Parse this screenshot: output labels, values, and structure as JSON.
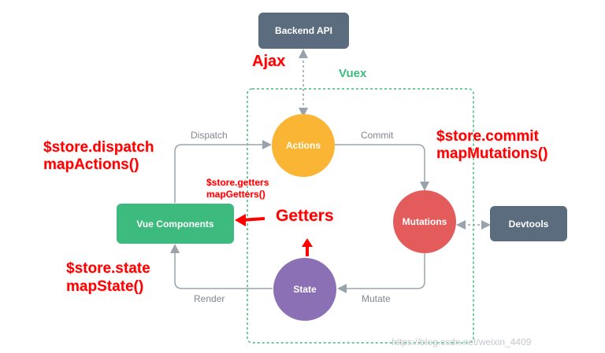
{
  "nodes": {
    "backend_api": {
      "label": "Backend API",
      "color": "#5a6c7d"
    },
    "actions": {
      "label": "Actions",
      "color": "#fbb534"
    },
    "mutations": {
      "label": "Mutations",
      "color": "#e35b5b"
    },
    "state": {
      "label": "State",
      "color": "#8b70b5"
    },
    "vue_components": {
      "label": "Vue Components",
      "color": "#3dba7d"
    },
    "devtools": {
      "label": "Devtools",
      "color": "#5a6c7d"
    }
  },
  "vuex_label": "Vuex",
  "vuex_color": "#3dba7d",
  "edge_labels": {
    "dispatch": "Dispatch",
    "commit": "Commit",
    "mutate": "Mutate",
    "render": "Render"
  },
  "annotations": {
    "ajax": "Ajax",
    "store_dispatch": "$store.dispatch",
    "map_actions": "mapActions()",
    "store_commit": "$store.commit",
    "map_mutations": "mapMutations()",
    "store_getters": "$store.getters",
    "map_getters": "mapGetters()",
    "getters": "Getters",
    "store_state": "$store.state",
    "map_state": "mapState()"
  },
  "annotation_color": "#ff0000",
  "watermark": "https://blog.csdn.net/weixin_4409"
}
